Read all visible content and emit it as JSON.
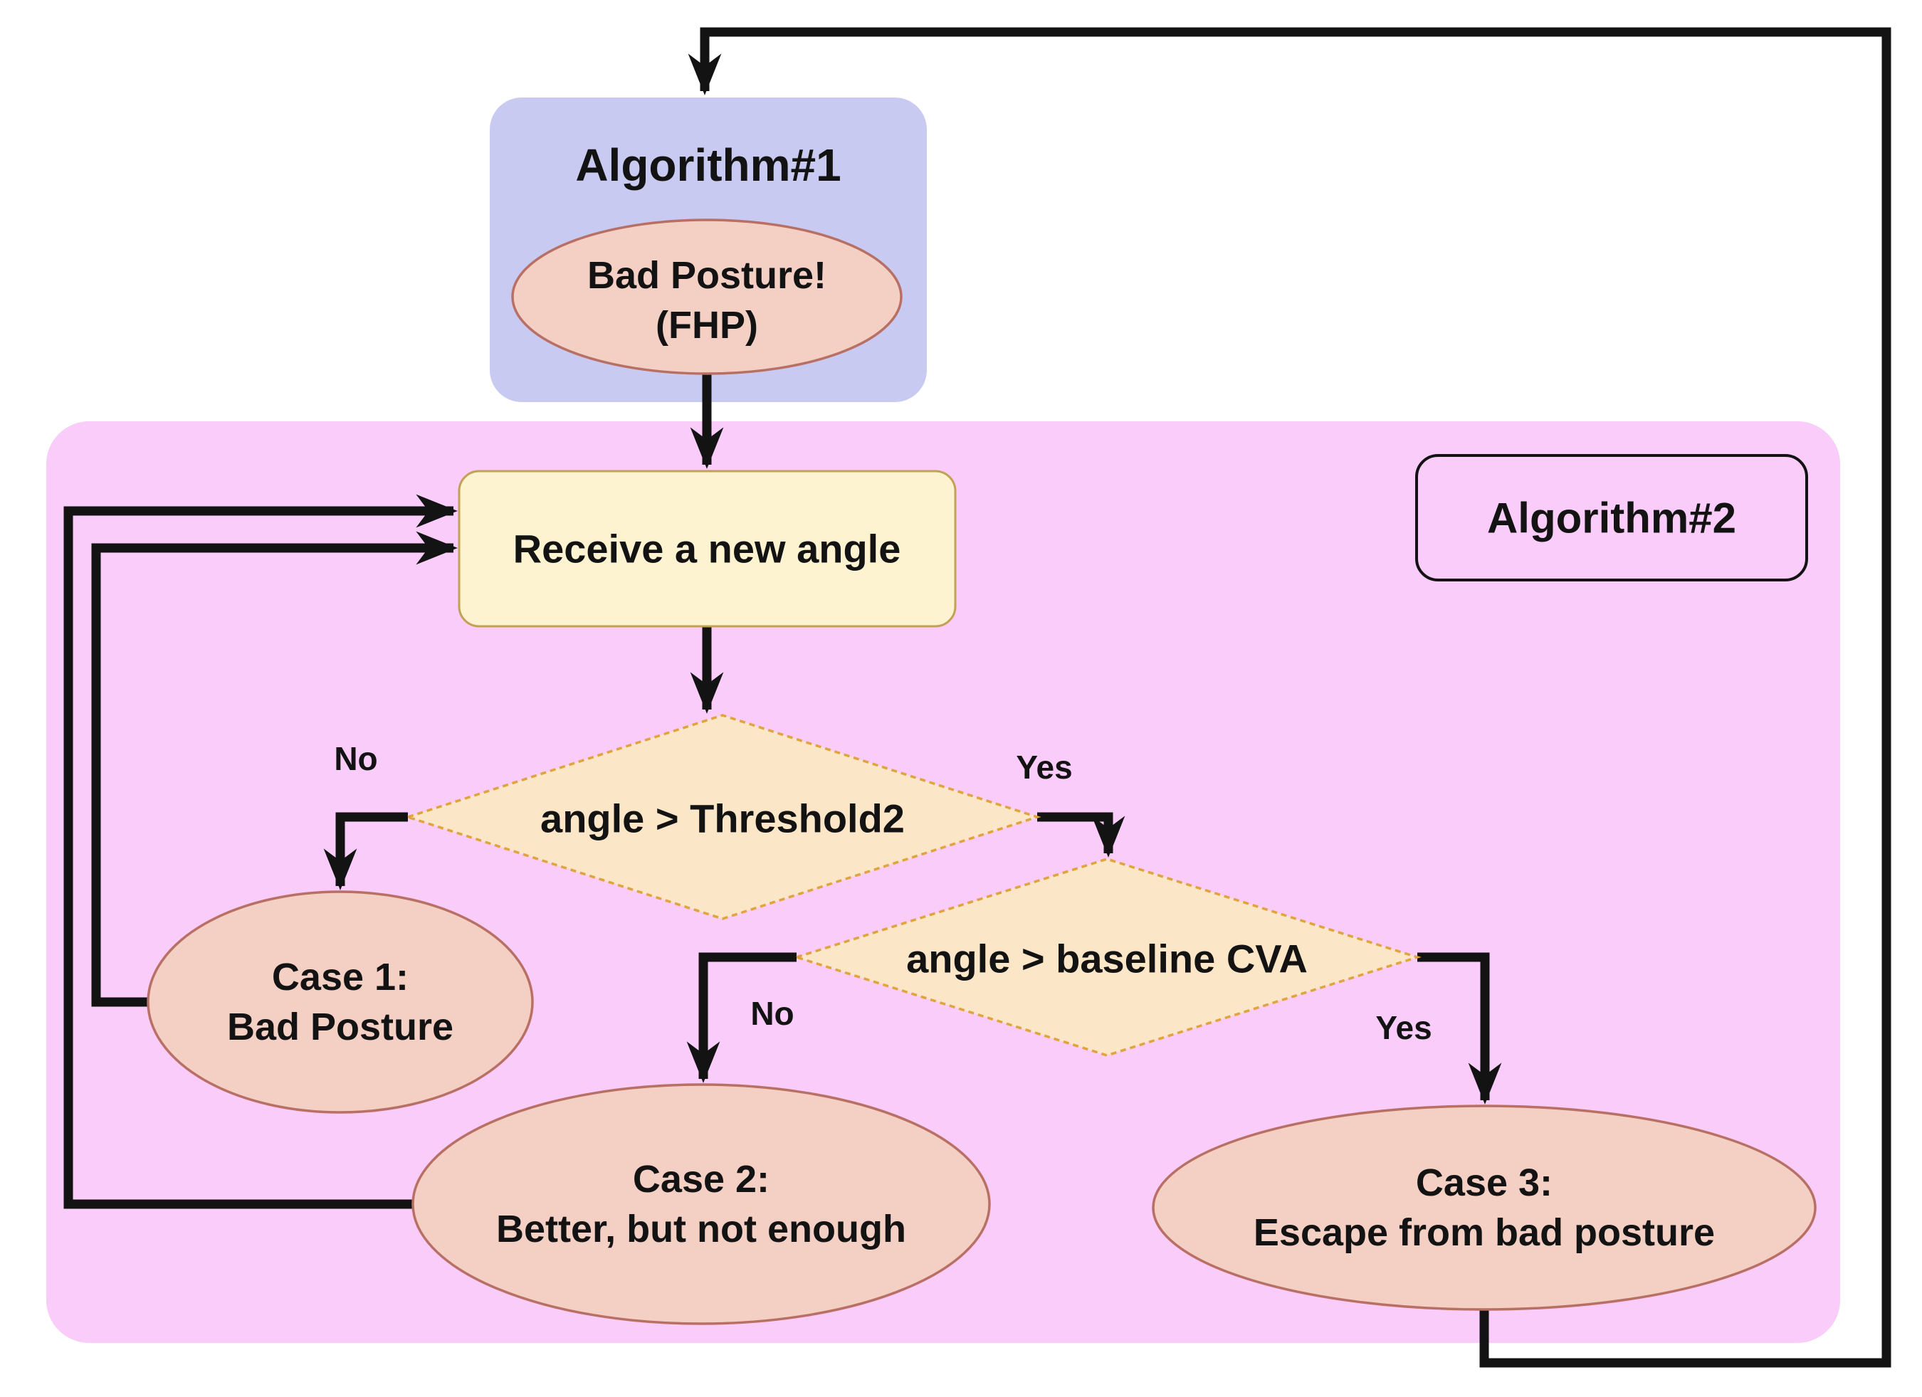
{
  "colors": {
    "region_bg": "#f9ccf9",
    "alg1_bg": "#c9caf1",
    "process_bg": "#fdf3d1",
    "process_border": "#c2a155",
    "decision_bg": "#fce6c8",
    "decision_border": "#dfa43c",
    "terminal_bg": "#f3cfc4",
    "terminal_border": "#b87064",
    "line": "#131313",
    "text": "#131313"
  },
  "nodes": {
    "algorithm1": {
      "label": "Algorithm#1"
    },
    "bad_posture": {
      "line1": "Bad Posture!",
      "line2": "(FHP)"
    },
    "receive": {
      "label": "Receive a new angle"
    },
    "algorithm2": {
      "label": "Algorithm#2"
    },
    "decision1": {
      "label": "angle > Threshold2"
    },
    "decision2": {
      "label": "angle > baseline CVA"
    },
    "case1": {
      "line1": "Case 1:",
      "line2": "Bad Posture"
    },
    "case2": {
      "line1": "Case 2:",
      "line2": "Better, but not enough"
    },
    "case3": {
      "line1": "Case 3:",
      "line2": "Escape from bad posture"
    }
  },
  "edge_labels": {
    "decision1_no": "No",
    "decision1_yes": "Yes",
    "decision2_no": "No",
    "decision2_yes": "Yes"
  }
}
